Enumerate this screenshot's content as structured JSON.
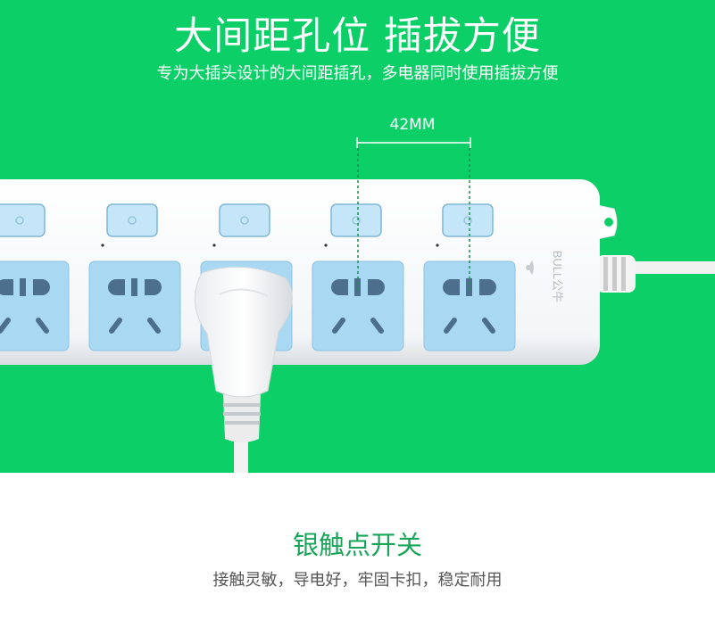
{
  "hero": {
    "headline": "大间距孔位 插拔方便",
    "subline": "专为大插头设计的大间距插孔，多电器同时使用插拔方便",
    "dimension_label": "42MM"
  },
  "product": {
    "brand_mark": "BULL公牛",
    "logo": "bull-logo-icon"
  },
  "feature": {
    "title": "银触点开关",
    "subtitle": "接触灵敏，导电好，牢固卡扣，稳定耐用"
  },
  "colors": {
    "background_green": "#0dcf68",
    "strip_white": "#ffffff",
    "socket_blue": "#a9d8f3",
    "switch_blue": "#c5e6f8",
    "title_green": "#18a55a",
    "subtitle_gray": "#555555"
  }
}
